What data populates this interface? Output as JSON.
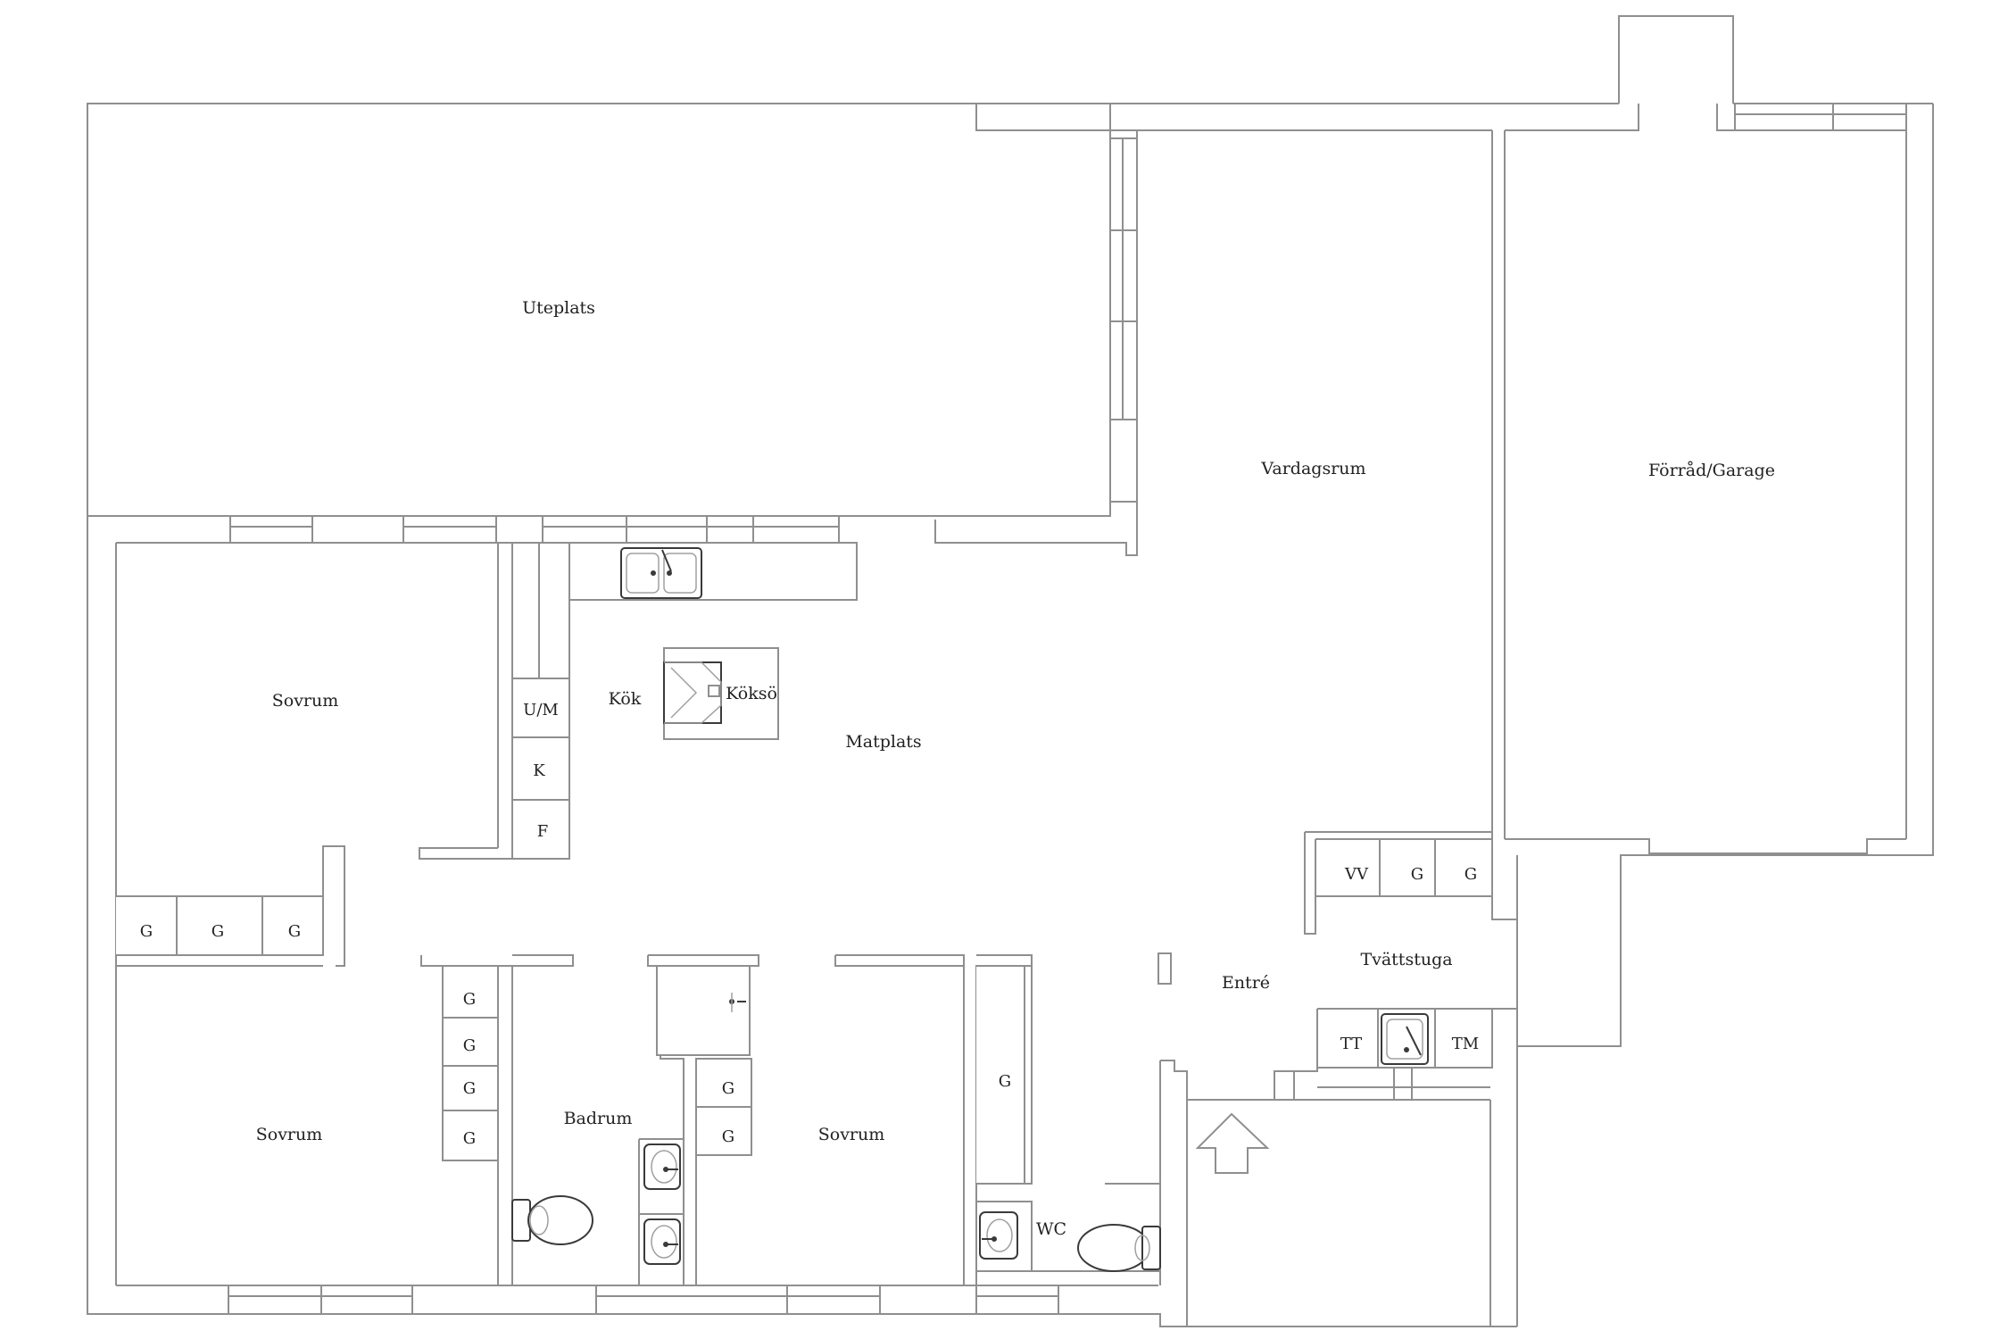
{
  "rooms": {
    "uteplats": "Uteplats",
    "vardagsrum": "Vardagsrum",
    "forrad_garage": "Förråd/Garage",
    "sovrum_top_left": "Sovrum",
    "kok": "Kök",
    "kokso": "Köksö",
    "matplats": "Matplats",
    "sovrum_bottom_left": "Sovrum",
    "badrum": "Badrum",
    "sovrum_bottom_mid": "Sovrum",
    "wc": "WC",
    "entre": "Entré",
    "tvattstuga": "Tvättstuga"
  },
  "fixtures": {
    "um": "U/M",
    "k": "K",
    "f": "F",
    "vv": "VV",
    "g": "G",
    "tt": "TT",
    "tm": "TM"
  },
  "icons": {
    "entrance": "entrance-arrow-icon",
    "sink": "sink-icon",
    "toilet": "toilet-icon",
    "washbasin": "washbasin-icon",
    "stove": "stove-icon",
    "shower": "shower-icon"
  },
  "colors": {
    "wall": "#8f8f8f",
    "fixture_dark": "#3a3a3a",
    "text": "#222222",
    "background": "#ffffff"
  }
}
